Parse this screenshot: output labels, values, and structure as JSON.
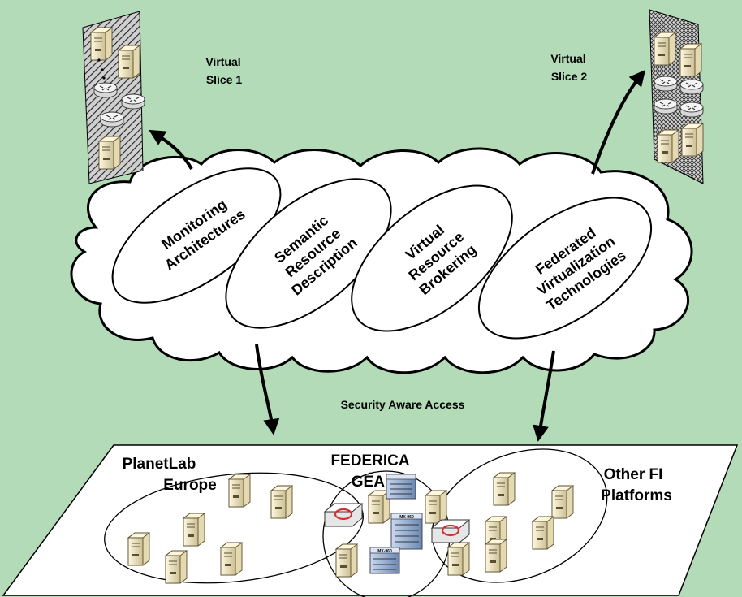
{
  "slices": {
    "slice1": {
      "line1": "Virtual",
      "line2": "Slice 1"
    },
    "slice2": {
      "line1": "Virtual",
      "line2": "Slice 2"
    }
  },
  "cloud_topics": [
    {
      "lines": [
        "Monitoring",
        "Architectures"
      ]
    },
    {
      "lines": [
        "Semantic",
        "Resource",
        "Description"
      ]
    },
    {
      "lines": [
        "Virtual",
        "Resource",
        "Brokering"
      ]
    },
    {
      "lines": [
        "Federated",
        "Virtualization",
        "Technologies"
      ]
    }
  ],
  "access_label": "Security Aware Access",
  "platforms": {
    "planetlab": {
      "line1": "PlanetLab",
      "line2": "Europe"
    },
    "federica": {
      "line1": "FEDERICA",
      "line2": "GÉANT"
    },
    "other": {
      "line1": "Other FI",
      "line2": "Platforms"
    }
  },
  "equipment_text": {
    "rack_label": "MX-960"
  },
  "colors": {
    "background": "#b3dbb8",
    "cloud": "#ffffff",
    "stroke": "#000000",
    "server": "#efe7c8",
    "rack": "#8aa8c8",
    "router_ring": "#d03030"
  }
}
